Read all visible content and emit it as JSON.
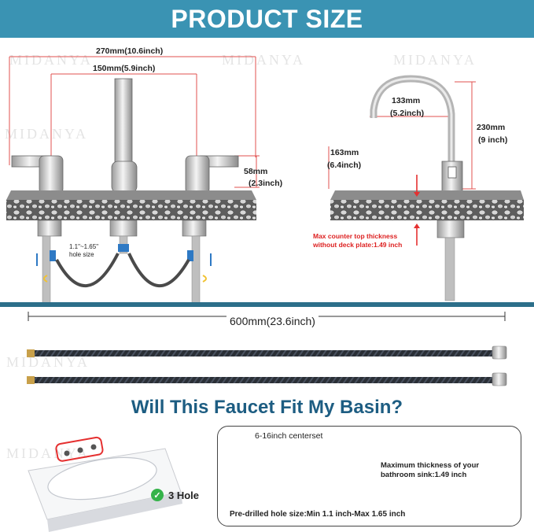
{
  "header": {
    "title": "PRODUCT SIZE"
  },
  "brand": {
    "watermark": "MIDANYA"
  },
  "widespread": {
    "overall_width": "270mm(10.6inch)",
    "center_width": "150mm(5.9inch)",
    "handle_height_mm": "58mm",
    "handle_height_in": "(2.3inch)",
    "hole_size_line1": "1.1\"~1.65\"",
    "hole_size_line2": "hole size"
  },
  "spout": {
    "reach_mm": "133mm",
    "reach_in": "(5.2inch)",
    "height_mm": "230mm",
    "height_in": "(9 inch)",
    "outlet_mm": "163mm",
    "outlet_in": "(6.4inch)",
    "counter_note_line1": "Max counter top thickness",
    "counter_note_line2": "without deck plate:1.49 inch"
  },
  "hoses": {
    "length": "600mm(23.6inch)"
  },
  "fit": {
    "title": "Will This Faucet Fit My Basin?",
    "hole_badge": "3 Hole",
    "centerset": "6-16inch centerset",
    "max_thickness_line1": "Maximum thickness of your",
    "max_thickness_line2": "bathroom sink:1.49 inch",
    "predrilled": "Pre-drilled hole size:Min 1.1 inch-Max 1.65 inch"
  },
  "colors": {
    "header": "#3a93b3",
    "band": "#2c6f8a",
    "title_blue": "#1d5d82",
    "dim_red": "#e0504f",
    "check_green": "#35b34a"
  }
}
